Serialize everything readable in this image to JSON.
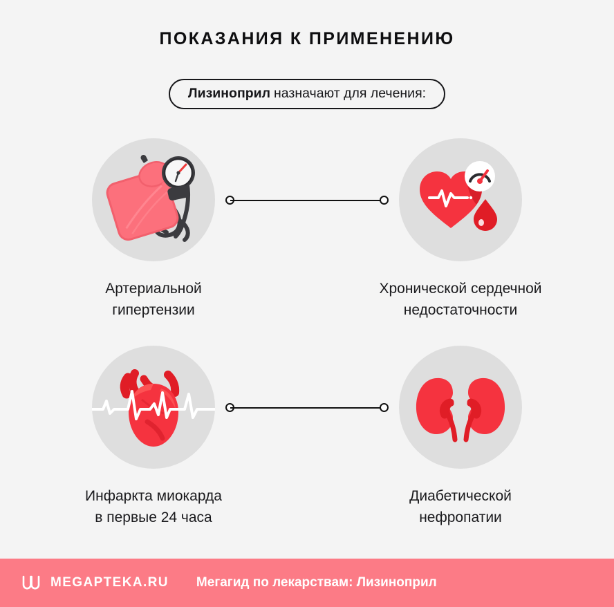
{
  "page": {
    "background_color": "#f4f4f4",
    "title": "Показания к применению"
  },
  "badge": {
    "drug_name": "Лизиноприл",
    "text": "назначают для лечения:"
  },
  "colors": {
    "accent_red": "#f5333f",
    "accent_pink": "#fc7b86",
    "disc_gray": "#dedede",
    "text_dark": "#17171a",
    "connector": "#111111",
    "footer_bg": "#fc7b86"
  },
  "items": [
    {
      "icon": "blood-pressure-monitor-icon",
      "caption_line1": "Артериальной",
      "caption_line2": "гипертензии"
    },
    {
      "icon": "heart-with-ecg-and-blood-drop-icon",
      "caption_line1": "Хронической сердечной",
      "caption_line2": "недостаточности"
    },
    {
      "icon": "anatomical-heart-ecg-icon",
      "caption_line1": "Инфаркта миокарда",
      "caption_line2": "в первые 24 часа"
    },
    {
      "icon": "kidneys-icon",
      "caption_line1": "Диабетической",
      "caption_line2": "нефропатии"
    }
  ],
  "footer": {
    "logo": "megapteka-m-logo-icon",
    "brand": "MEGAPTEKA.RU",
    "tagline": "Мегагид по лекарствам: Лизиноприл"
  }
}
